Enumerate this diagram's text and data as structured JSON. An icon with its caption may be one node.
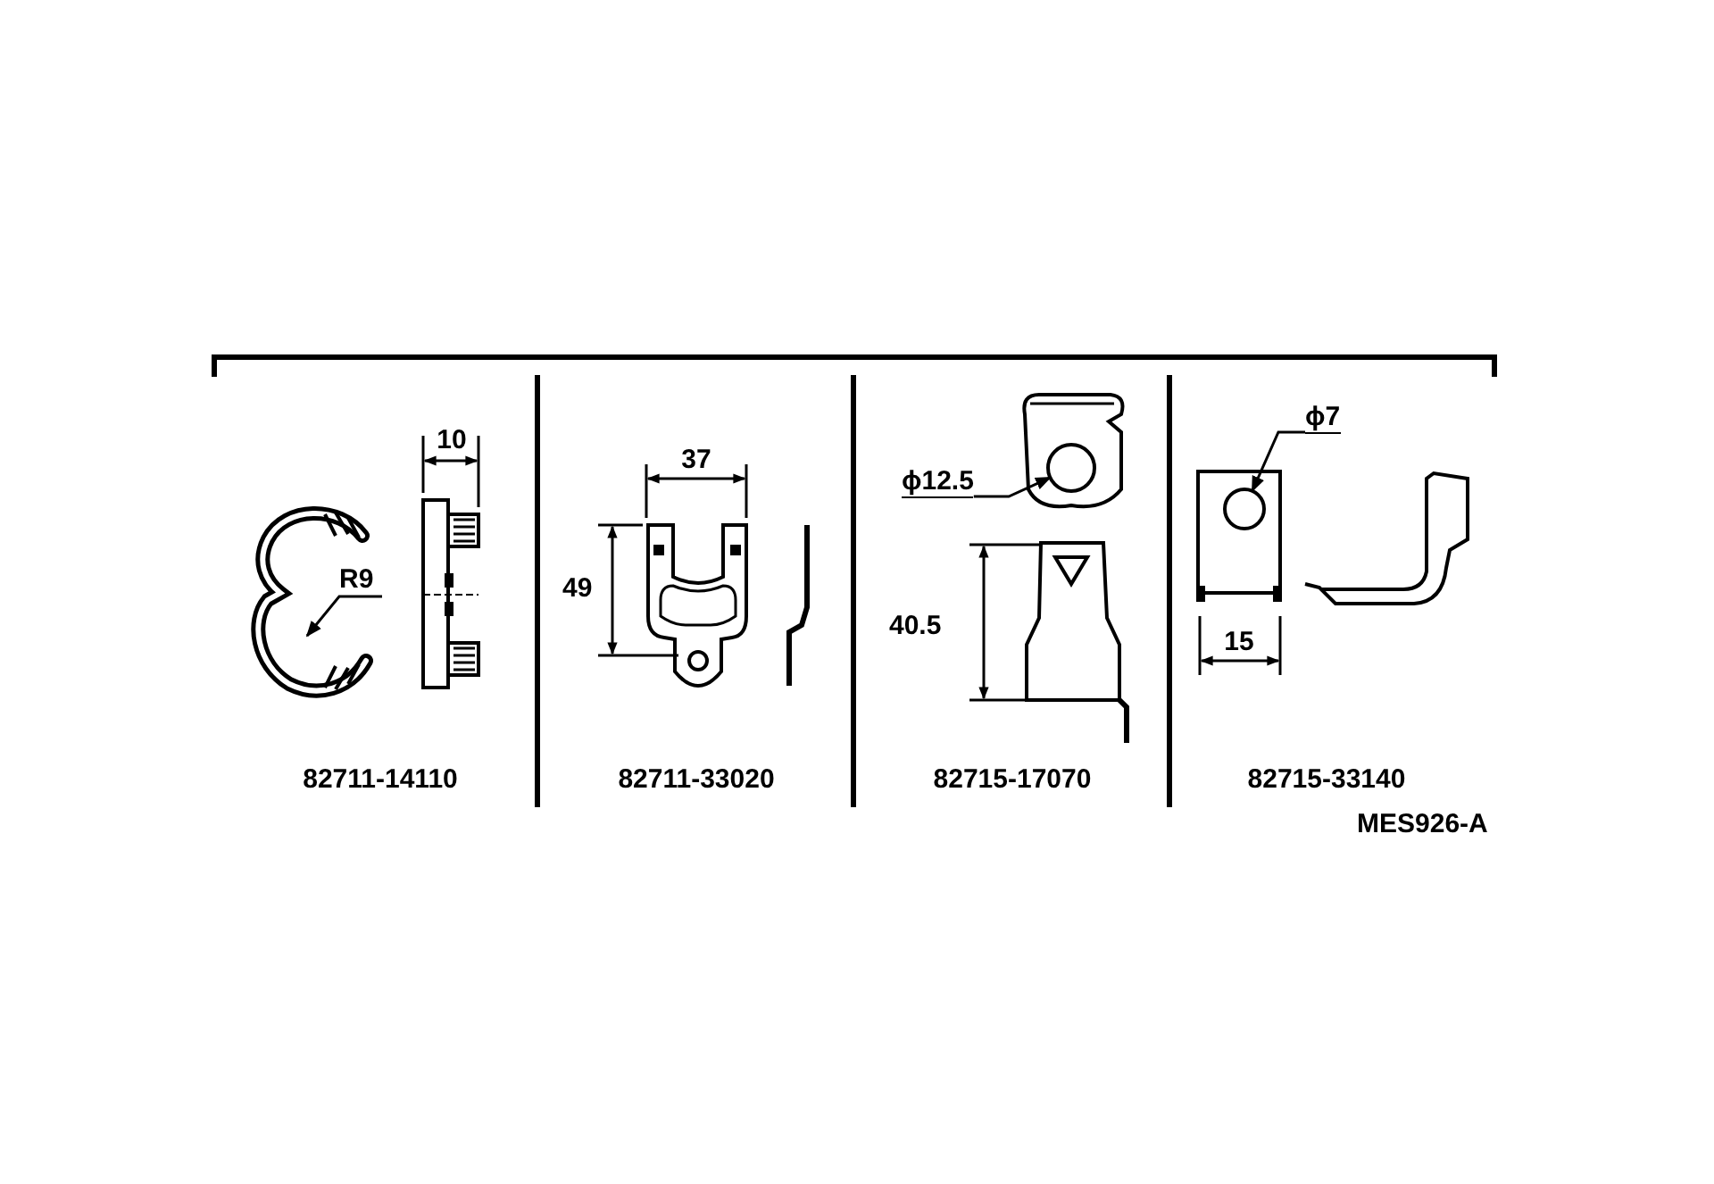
{
  "diagram": {
    "nodes": [
      {
        "text": [
          "ϕ12.5"
        ]
      },
      {
        "text": [],
        "shape": "circle"
      },
      {
        "text": [
          "ϕ7"
        ]
      },
      {
        "text": [],
        "shape": "circle"
      }
    ],
    "edges": [
      {
        "from": 0,
        "to": 1,
        "arrow": "to"
      },
      {
        "from": 2,
        "to": 3,
        "arrow": "to"
      }
    ],
    "labels": [
      "10",
      "R9",
      "82711-14110",
      "37",
      "49",
      "82711-33020",
      "40.5",
      "82715-17070",
      "15",
      "82715-33140",
      "MES926-A"
    ]
  }
}
